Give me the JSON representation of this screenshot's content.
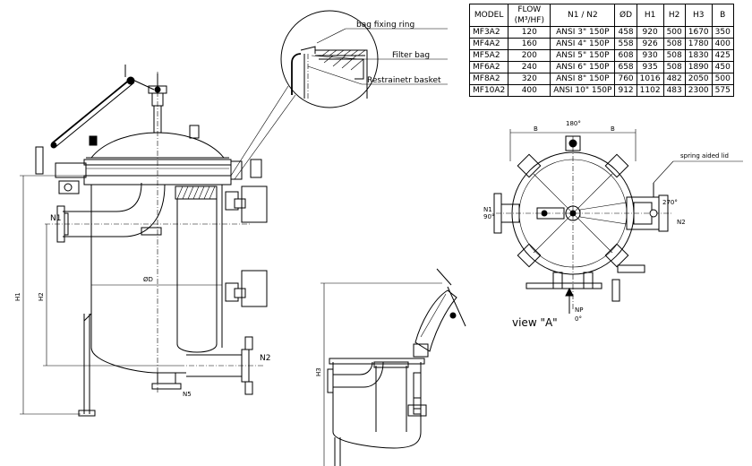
{
  "table": {
    "headers": [
      "MODEL",
      "FLOW (M³/HF)",
      "N1 / N2",
      "ØD",
      "H1",
      "H2",
      "H3",
      "B"
    ],
    "rows": [
      [
        "MF3A2",
        "120",
        "ANSI 3\" 150P",
        "458",
        "920",
        "500",
        "1670",
        "350"
      ],
      [
        "MF4A2",
        "160",
        "ANSI 4\" 150P",
        "558",
        "926",
        "508",
        "1780",
        "400"
      ],
      [
        "MF5A2",
        "200",
        "ANSI 5\" 150P",
        "608",
        "930",
        "508",
        "1830",
        "425"
      ],
      [
        "MF6A2",
        "240",
        "ANSI 6\" 150P",
        "658",
        "935",
        "508",
        "1890",
        "450"
      ],
      [
        "MF8A2",
        "320",
        "ANSI 8\" 150P",
        "760",
        "1016",
        "482",
        "2050",
        "500"
      ],
      [
        "MF10A2",
        "400",
        "ANSI 10\" 150P",
        "912",
        "1102",
        "483",
        "2300",
        "575"
      ]
    ]
  },
  "callouts": {
    "bag_fixing_ring": "bag fixing ring",
    "filter_bag": "Filter bag",
    "restrainer_basket": "Restrainetr basket"
  },
  "side_view": {
    "n1": "N1",
    "n2": "N2",
    "n5": "N5",
    "h1": "H1",
    "h2": "H2",
    "diameter": "ØD"
  },
  "open_view": {
    "h3": "H3"
  },
  "top_view": {
    "deg_180": "180°",
    "deg_270": "270°",
    "deg_90": "90°",
    "deg_0": "0°",
    "b_left": "B",
    "b_right": "B",
    "n1": "N1",
    "n2": "N2",
    "np": "NP",
    "spring_lid": "spring aided lid",
    "view_label": "view \"A\""
  }
}
